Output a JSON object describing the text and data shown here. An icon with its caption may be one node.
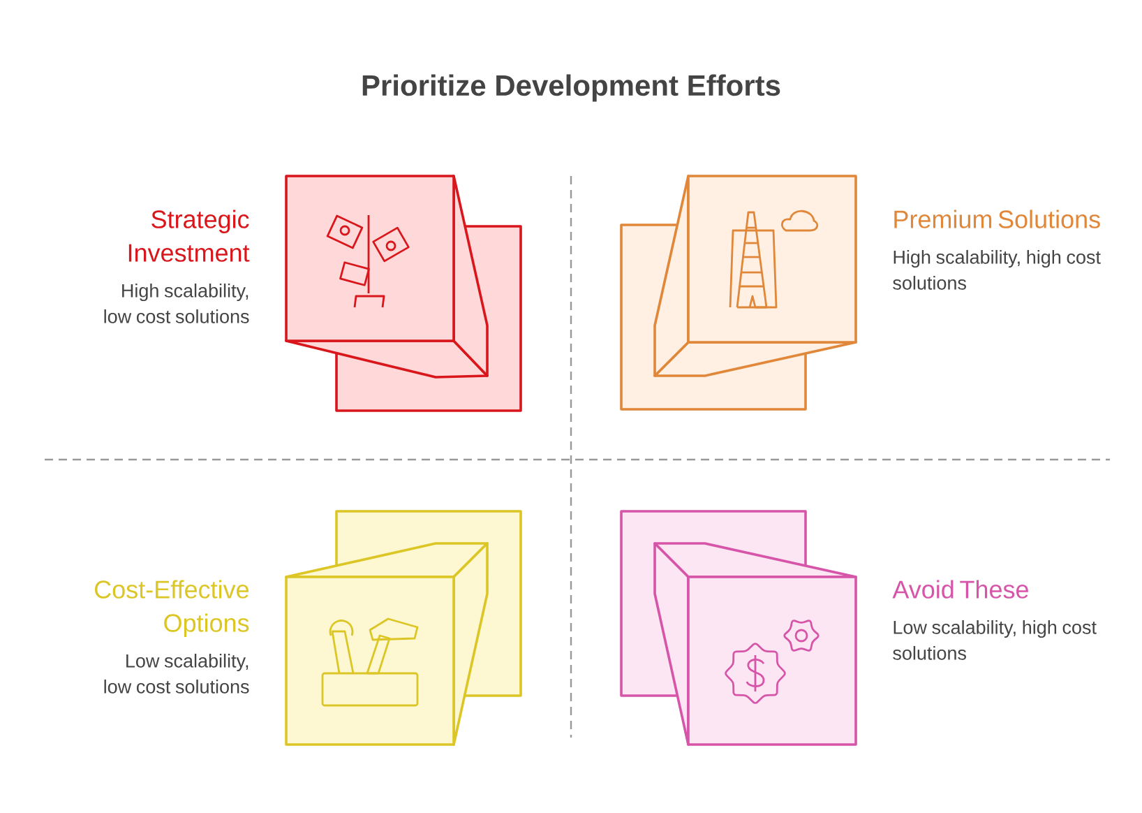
{
  "diagram": {
    "title": "Prioritize Development Efforts",
    "nodes": [
      {
        "text": [
          "Strategic Investment",
          "High scalability, low cost solutions"
        ]
      },
      {
        "text": [
          "Premium Solutions",
          "High scalability, high cost solutions"
        ]
      },
      {
        "text": [
          "Cost-Effective Options",
          "Low scalability, low cost solutions"
        ]
      },
      {
        "text": [
          "Avoid These",
          "Low scalability, high cost solutions"
        ]
      }
    ]
  }
}
